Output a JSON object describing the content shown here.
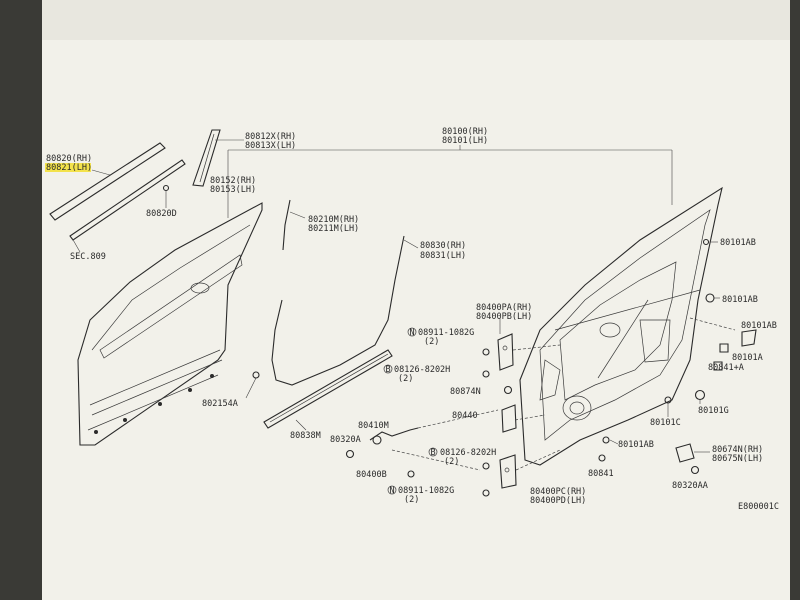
{
  "labels": {
    "p80820": "80820(RH)",
    "p80821": "80821(LH)",
    "p80812": "80812X(RH)",
    "p80813": "80813X(LH)",
    "p80100": "80100(RH)",
    "p80101": "80101(LH)",
    "p80152": "80152(RH)",
    "p80153": "80153(LH)",
    "p80820d": "80820D",
    "sec809": "SEC.809",
    "p80210": "80210M(RH)",
    "p80211": "80211M(LH)",
    "p80830": "80830(RH)",
    "p80831": "80831(LH)",
    "p80101ab_1": "80101AB",
    "p80101ab_2": "80101AB",
    "p80400pa": "80400PA(RH)",
    "p80400pb": "80400PB(LH)",
    "n08911_1": "08911-1082G",
    "n08911_1q": "(2)",
    "b08126_1": "08126-8202H",
    "b08126_1q": "(2)",
    "p80874": "80874N",
    "p80440": "80440",
    "p80838": "80838M",
    "p80410": "80410M",
    "p80320a": "80320A",
    "p802154": "802154A",
    "p80400b": "80400B",
    "b08126_2": "08126-8202H",
    "b08126_2q": "(2)",
    "n08911_2": "08911-1082G",
    "n08911_2q": "(2)",
    "p80400pc": "80400PC(RH)",
    "p80400pd": "80400PD(LH)",
    "p80101ab_3": "80101AB",
    "p80101ab_4": "80101AB",
    "p80101a": "80101A",
    "p80841a": "80841+A",
    "p80101c": "80101C",
    "p80101g": "80101G",
    "p80674": "80674N(RH)",
    "p80675": "80675N(LH)",
    "p80841": "80841",
    "p80320aa": "80320AA",
    "figcode": "E800001C"
  },
  "colors": {
    "paper": "#f2f1ea",
    "ink": "#2b2b2b",
    "highlight": "#f3e24b"
  }
}
